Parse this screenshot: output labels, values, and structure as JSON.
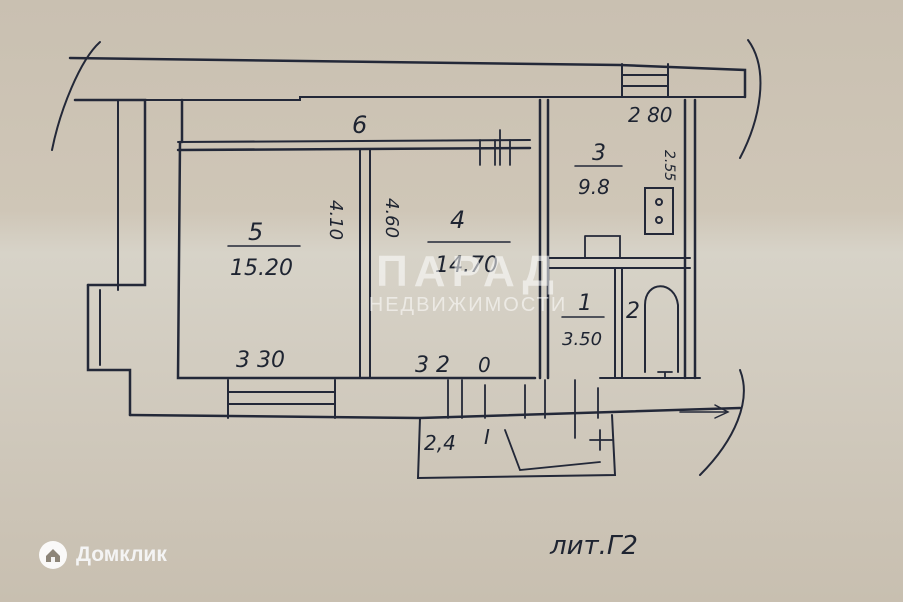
{
  "rooms": [
    {
      "number": "6"
    },
    {
      "number": "3",
      "area": "9.8"
    },
    {
      "number": "5",
      "area": "15.20"
    },
    {
      "number": "4",
      "area": "14.70"
    },
    {
      "number": "1",
      "area": "3.50"
    },
    {
      "number": "2"
    }
  ],
  "dimensions": {
    "top_right": "2 80",
    "vertical_kitchen": "2.55",
    "vertical_left": "4.10",
    "vertical_mid": "4.60",
    "bottom_left": "3 30",
    "bottom_mid": "3 2",
    "bottom_mid_tail": "0",
    "entry": "2,4",
    "entry_mark": "I"
  },
  "watermark": {
    "brand": "ПАРАД",
    "subtitle": "НЕДВИЖИМОСТИ"
  },
  "logo": {
    "text": "Домклик",
    "icon": "house-icon"
  },
  "signature": "лит.Г2",
  "colors": {
    "ink": "#232838",
    "paper": "#cfc6b7"
  }
}
